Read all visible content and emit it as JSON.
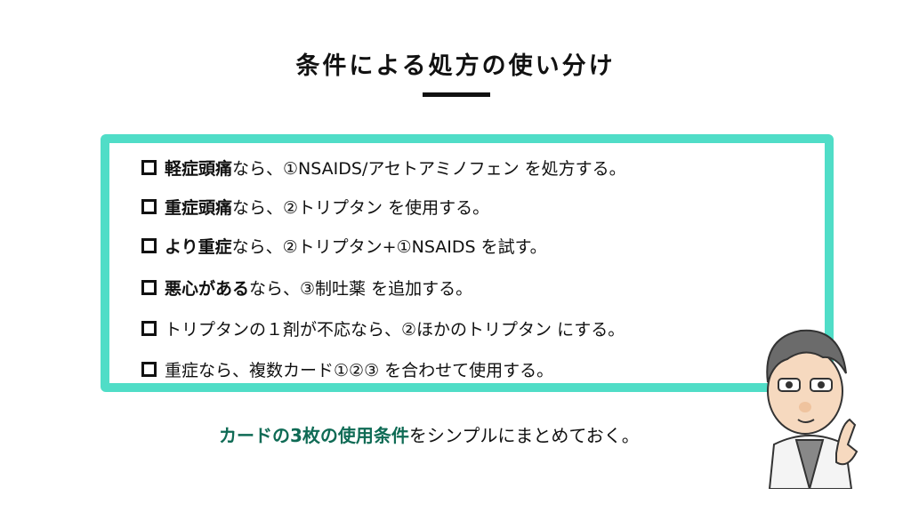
{
  "title": "条件による処方の使い分け",
  "items": [
    {
      "bold": "軽症頭痛",
      "text": "なら、①NSAIDS/アセトアミノフェン を処方する。"
    },
    {
      "bold": "重症頭痛",
      "text": "なら、②トリプタン を使用する。"
    },
    {
      "bold": "より重症",
      "text": "なら、②トリプタン+①NSAIDS を試す。"
    },
    {
      "bold": "悪心がある",
      "text": "なら、③制吐薬 を追加する。"
    },
    {
      "bold": "",
      "text": "トリプタンの１剤が不応なら、②ほかのトリプタン にする。"
    },
    {
      "bold": "",
      "text": "重症なら、複数カード①②③ を合わせて使用する。"
    }
  ],
  "caption": {
    "highlight": "カードの3枚の使用条件",
    "rest": "をシンプルにまとめておく。"
  },
  "colors": {
    "accent": "#50ddc7",
    "caption_green": "#0f6b55"
  }
}
